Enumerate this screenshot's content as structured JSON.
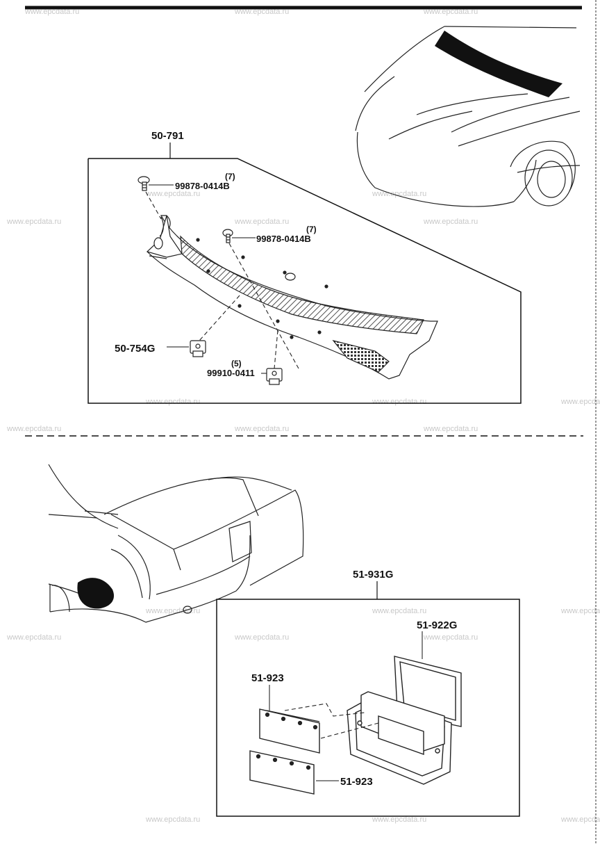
{
  "watermark": "www.epcdata.ru",
  "upper_section": {
    "assembly_label": "50-791",
    "parts": [
      {
        "part_no": "99878-0414B",
        "qty": "(7)"
      },
      {
        "part_no": "99878-0414B",
        "qty": "(7)"
      },
      {
        "part_no": "50-754G"
      },
      {
        "part_no": "99910-0411",
        "qty": "(5)"
      }
    ]
  },
  "lower_section": {
    "assembly_label": "51-931G",
    "parts": [
      {
        "part_no": "51-922G"
      },
      {
        "part_no": "51-923"
      },
      {
        "part_no": "51-923"
      }
    ]
  }
}
